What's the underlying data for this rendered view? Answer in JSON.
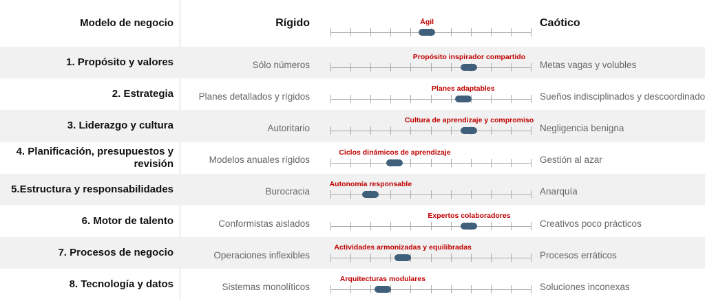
{
  "header": {
    "dimension": "Modelo de negocio",
    "left": "Rígido",
    "right": "Caótico",
    "marker_label": "Ágil",
    "marker_position": 0.48
  },
  "rows": [
    {
      "dimension": "1. Propósito y valores",
      "left": "Sólo números",
      "right": "Metas vagas y volubles",
      "marker_label": "Propósito inspirador compartido",
      "marker_position": 0.69
    },
    {
      "dimension": "2. Estrategia",
      "left": "Planes detallados y rígidos",
      "right": "Sueños indisciplinados y descoordinados",
      "marker_label": "Planes adaptables",
      "marker_position": 0.66
    },
    {
      "dimension": "3. Liderazgo y cultura",
      "left": "Autoritario",
      "right": "Negligencia benigna",
      "marker_label": "Cultura de aprendizaje y compromiso",
      "marker_position": 0.69
    },
    {
      "dimension": "4. Planificación, presupuestos y revisión",
      "left": "Modelos anuales rígidos",
      "right": "Gestión al azar",
      "marker_label": "Ciclos dinámicos de aprendizaje",
      "marker_position": 0.32
    },
    {
      "dimension": "5.Estructura y responsabilidades",
      "left": "Burocracia",
      "right": "Anarquía",
      "marker_label": "Autonomía responsable",
      "marker_position": 0.2
    },
    {
      "dimension": "6. Motor de talento",
      "left": "Conformistas aislados",
      "right": "Creativos poco prácticos",
      "marker_label": "Expertos colaboradores",
      "marker_position": 0.69
    },
    {
      "dimension": "7. Procesos de negocio",
      "left": "Operaciones inflexibles",
      "right": "Procesos erráticos",
      "marker_label": "Actividades armonizadas y equilibradas",
      "marker_position": 0.36
    },
    {
      "dimension": "8. Tecnología y datos",
      "left": "Sistemas monolíticos",
      "right": "Soluciones inconexas",
      "marker_label": "Arquitecturas modulares",
      "marker_position": 0.26
    }
  ],
  "colors": {
    "marker": "#3f5f7a",
    "marker_label": "#c00000",
    "row_shade": "#f1f1f1"
  }
}
